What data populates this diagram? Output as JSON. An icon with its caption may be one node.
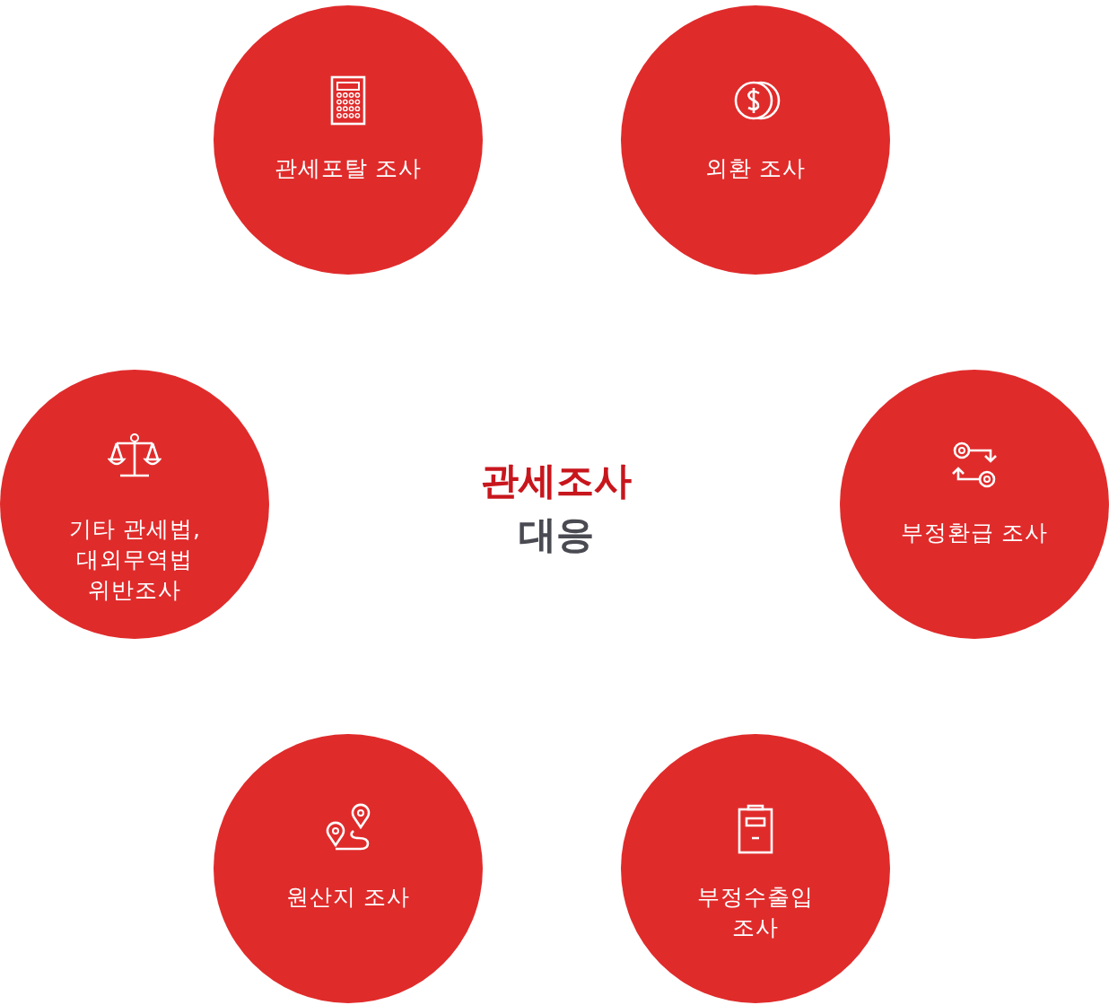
{
  "diagram": {
    "nodes": [
      {
        "text": [
          "관세포탈 조사"
        ]
      },
      {
        "text": [
          "외환 조사"
        ]
      },
      {
        "text": [
          "기타 관세법, 대외무역법 위반조사"
        ]
      },
      {
        "text": [
          "부정환급 조사"
        ]
      },
      {
        "text": [
          "원산지 조사"
        ]
      },
      {
        "text": [
          "부정수출입 조사"
        ]
      }
    ],
    "labels": [
      "관세조사",
      "대응"
    ]
  }
}
